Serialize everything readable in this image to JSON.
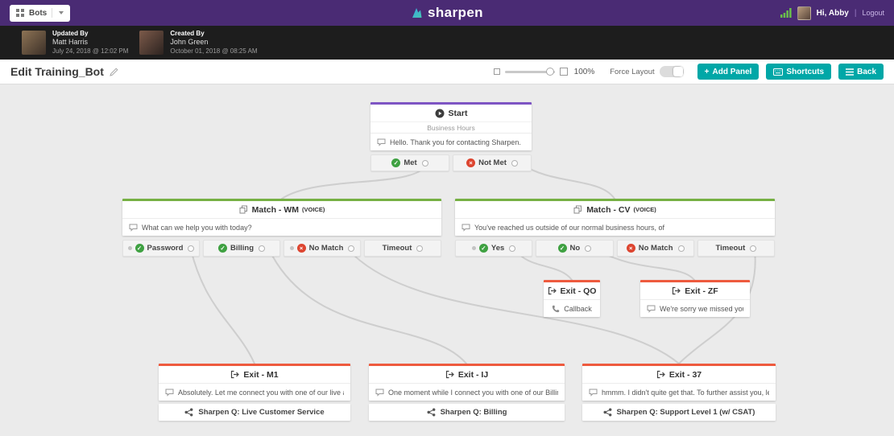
{
  "colors": {
    "brand_purple": "#4a2b74",
    "teal": "#00a7a7",
    "metabar_bg": "#1d1d1d",
    "canvas_bg": "#ebebeb",
    "start_accent": "#7e55c4",
    "match_accent": "#76b043",
    "exit_accent": "#ee5a3e",
    "success_green": "#3fa142",
    "error_red": "#dd4530",
    "connector": "#c9c9c9",
    "signal_green": "#6abf4b"
  },
  "topbar": {
    "bots_label": "Bots",
    "logo_text": "sharpen",
    "greeting": "Hi, Abby",
    "divider": "|",
    "logout_label": "Logout"
  },
  "metabar": {
    "updated": {
      "label": "Updated By",
      "name": "Matt Harris",
      "date": "July 24, 2018 @ 12:02 PM"
    },
    "created": {
      "label": "Created By",
      "name": "John Green",
      "date": "October 01, 2018 @ 08:25 AM"
    }
  },
  "toolbar": {
    "title": "Edit Training_Bot",
    "zoom_level": "100%",
    "force_layout_label": "Force Layout",
    "add_panel_plus": "+",
    "add_panel_label": "Add Panel",
    "shortcuts_label": "Shortcuts",
    "back_label": "Back"
  },
  "canvas": {
    "nodes": {
      "start": {
        "title": "Start",
        "subtitle": "Business Hours",
        "message": "Hello. Thank you for contacting Sharpen.",
        "outcomes": [
          {
            "label": "Met",
            "status": "success"
          },
          {
            "label": "Not Met",
            "status": "error"
          }
        ]
      },
      "match_wm": {
        "title": "Match - WM",
        "title_suffix": "(VOICE)",
        "message": "What can we help you with today?",
        "outcomes": [
          {
            "label": "Password",
            "status": "success"
          },
          {
            "label": "Billing",
            "status": "success"
          },
          {
            "label": "No Match",
            "status": "error"
          },
          {
            "label": "Timeout",
            "status": "none"
          }
        ]
      },
      "match_cv": {
        "title": "Match - CV",
        "title_suffix": "(VOICE)",
        "message": "You've reached us outside of our normal business hours, of",
        "outcomes": [
          {
            "label": "Yes",
            "status": "success"
          },
          {
            "label": "No",
            "status": "success"
          },
          {
            "label": "No Match",
            "status": "error"
          },
          {
            "label": "Timeout",
            "status": "none"
          }
        ]
      },
      "exit_qo": {
        "title": "Exit - QO",
        "action": "Callback"
      },
      "exit_zf": {
        "title": "Exit - ZF",
        "message": "We're sorry we missed you."
      },
      "exit_m1": {
        "title": "Exit - M1",
        "message": "Absolutely. Let me connect you with one of our live agents",
        "queue": "Sharpen Q: Live Customer Service"
      },
      "exit_ij": {
        "title": "Exit - IJ",
        "message": "One moment while I connect you with one of our Billing Sp",
        "queue": "Sharpen Q: Billing"
      },
      "exit_37": {
        "title": "Exit - 37",
        "message": "hmmm. I didn't quite get that. To further assist you, let me",
        "queue": "Sharpen Q: Support Level 1 (w/ CSAT)"
      }
    }
  }
}
